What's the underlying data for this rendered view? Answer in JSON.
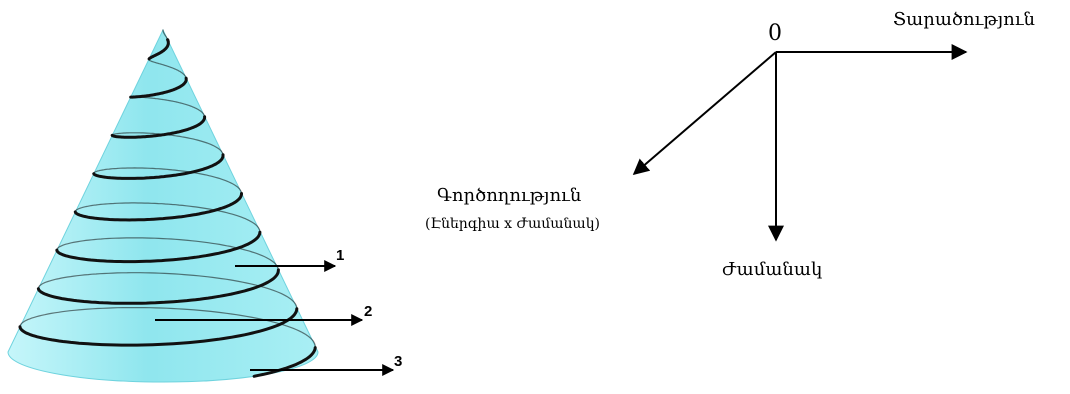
{
  "cone": {
    "fill_color": "#8fe6ee",
    "edge_color": "#5cc8d6",
    "spiral_color": "#111111",
    "markers": [
      {
        "label": "1"
      },
      {
        "label": "2"
      },
      {
        "label": "3"
      }
    ]
  },
  "axes": {
    "origin_label": "0",
    "space_label": "Տարածություն",
    "time_label": "Ժամանակ",
    "action_label": "Գործողություն",
    "action_sublabel": "(Էներգիա x Ժամանակ)"
  }
}
